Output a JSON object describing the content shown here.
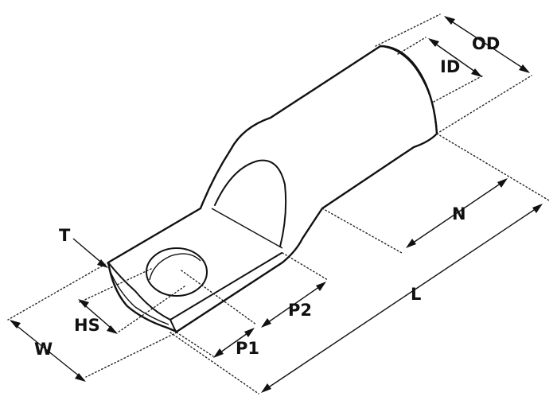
{
  "diagram": {
    "labels": {
      "od": "OD",
      "id": "ID",
      "n": "N",
      "l": "L",
      "t": "T",
      "hs": "HS",
      "w": "W",
      "p1": "P1",
      "p2": "P2"
    },
    "colors": {
      "line": "#111111",
      "background": "#ffffff"
    }
  }
}
